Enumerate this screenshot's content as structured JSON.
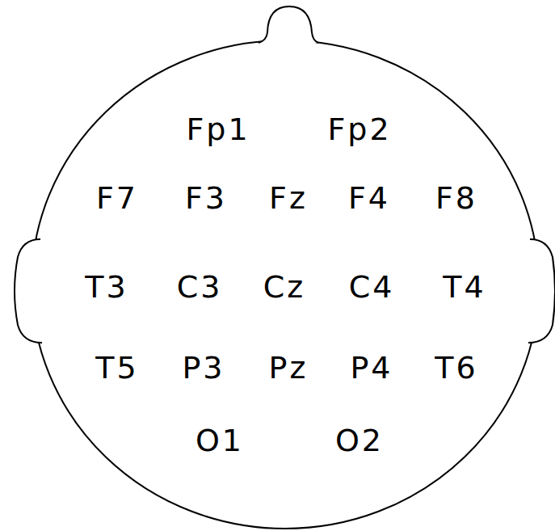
{
  "diagram": {
    "labels": [
      "Fp1",
      "Fp2",
      "F7",
      "F3",
      "Fz",
      "F4",
      "F8",
      "T3",
      "C3",
      "Cz",
      "C4",
      "T4",
      "T5",
      "P3",
      "Pz",
      "P4",
      "T6",
      "O1",
      "O2"
    ]
  }
}
